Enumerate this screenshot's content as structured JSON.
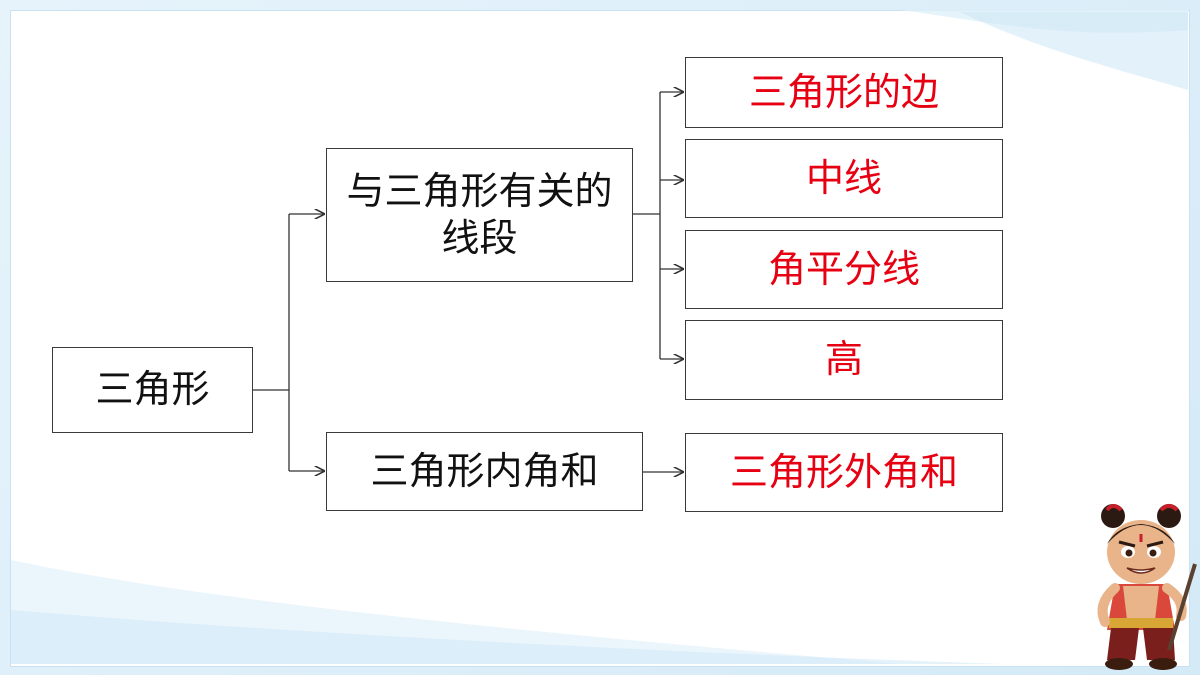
{
  "diagram": {
    "nodes": {
      "root": "三角形",
      "segments": "与三角形有关的线段",
      "interior_angles": "三角形内角和",
      "sides": "三角形的边",
      "median": "中线",
      "angle_bisector": "角平分线",
      "altitude": "高",
      "exterior_angles": "三角形外角和"
    }
  },
  "colors": {
    "highlight_text": "#e60012",
    "normal_text": "#111111",
    "frame": "#d4eaf7"
  },
  "decoration": {
    "mascot": "cartoon-character-icon"
  }
}
